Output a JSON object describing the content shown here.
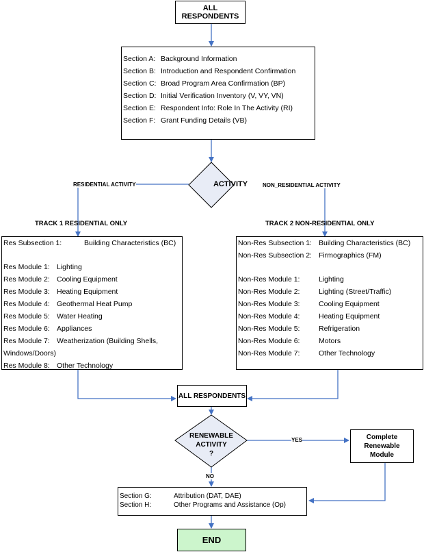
{
  "colors": {
    "connector": "#4472c4",
    "diamond_fill": "#e8ecf6",
    "end_fill": "#ccf5cc"
  },
  "top": {
    "title": "ALL RESPONDENTS"
  },
  "sections_box": {
    "items": [
      {
        "key": "Section A:",
        "value": "Background Information"
      },
      {
        "key": "Section B:",
        "value": "Introduction and Respondent Confirmation"
      },
      {
        "key": "Section C:",
        "value": "Broad Program Area Confirmation (BP)"
      },
      {
        "key": "Section D:",
        "value": "Initial Verification Inventory (V, VY, VN)"
      },
      {
        "key": "Section E:",
        "value": "Respondent Info:   Role In The Activity (RI)"
      },
      {
        "key": "Section F:",
        "value": "Grant Funding Details (VB)"
      }
    ]
  },
  "activity_decision": {
    "label": "ACTIVITY",
    "left_branch": "RESIDENTIAL ACTIVITY",
    "right_branch": "NON_RESIDENTIAL ACTIVITY"
  },
  "track1": {
    "heading": "TRACK 1 RESIDENTIAL ONLY",
    "subsections": [
      {
        "key": "Res Subsection 1:",
        "value": "Building Characteristics (BC)"
      }
    ],
    "modules": [
      {
        "key": "Res Module 1:",
        "value": "Lighting"
      },
      {
        "key": "Res Module 2:",
        "value": "Cooling Equipment"
      },
      {
        "key": "Res Module 3:",
        "value": "Heating Equipment"
      },
      {
        "key": "Res Module 4:",
        "value": "Geothermal Heat Pump"
      },
      {
        "key": "Res Module 5:",
        "value": "Water Heating"
      },
      {
        "key": "Res Module 6:",
        "value": "Appliances"
      },
      {
        "key": "Res Module 7:",
        "value": "Weatherization (Building Shells,",
        "continuation": "Windows/Doors)"
      },
      {
        "key": "Res Module 8:",
        "value": "Other Technology"
      }
    ]
  },
  "track2": {
    "heading": "TRACK 2 NON-RESIDENTIAL ONLY",
    "subsections": [
      {
        "key": "Non-Res Subsection 1:",
        "value": "Building Characteristics (BC)"
      },
      {
        "key": "Non-Res Subsection 2:",
        "value": "Firmographics (FM)"
      }
    ],
    "modules": [
      {
        "key": "Non-Res Module 1:",
        "value": "Lighting"
      },
      {
        "key": "Non-Res Module 2:",
        "value": "Lighting (Street/Traffic)"
      },
      {
        "key": "Non-Res Module 3:",
        "value": "Cooling Equipment"
      },
      {
        "key": "Non-Res Module 4:",
        "value": "Heating Equipment"
      },
      {
        "key": "Non-Res Module 5:",
        "value": "Refrigeration"
      },
      {
        "key": "Non-Res Module 6:",
        "value": "Motors"
      },
      {
        "key": "Non-Res Module 7:",
        "value": "Other Technology"
      }
    ]
  },
  "merge": {
    "title": "ALL RESPONDENTS"
  },
  "renewable_decision": {
    "line1": "RENEWABLE",
    "line2": "ACTIVITY",
    "line3": "?",
    "yes": "YES",
    "no": "NO"
  },
  "renewable_module": {
    "line1": "Complete",
    "line2": "Renewable",
    "line3": "Module"
  },
  "final_sections": {
    "items": [
      {
        "key": "Section G:",
        "value": "Attribution (DAT, DAE)"
      },
      {
        "key": "Section H:",
        "value": "Other Programs and Assistance (Op)"
      }
    ]
  },
  "end": {
    "label": "END"
  }
}
